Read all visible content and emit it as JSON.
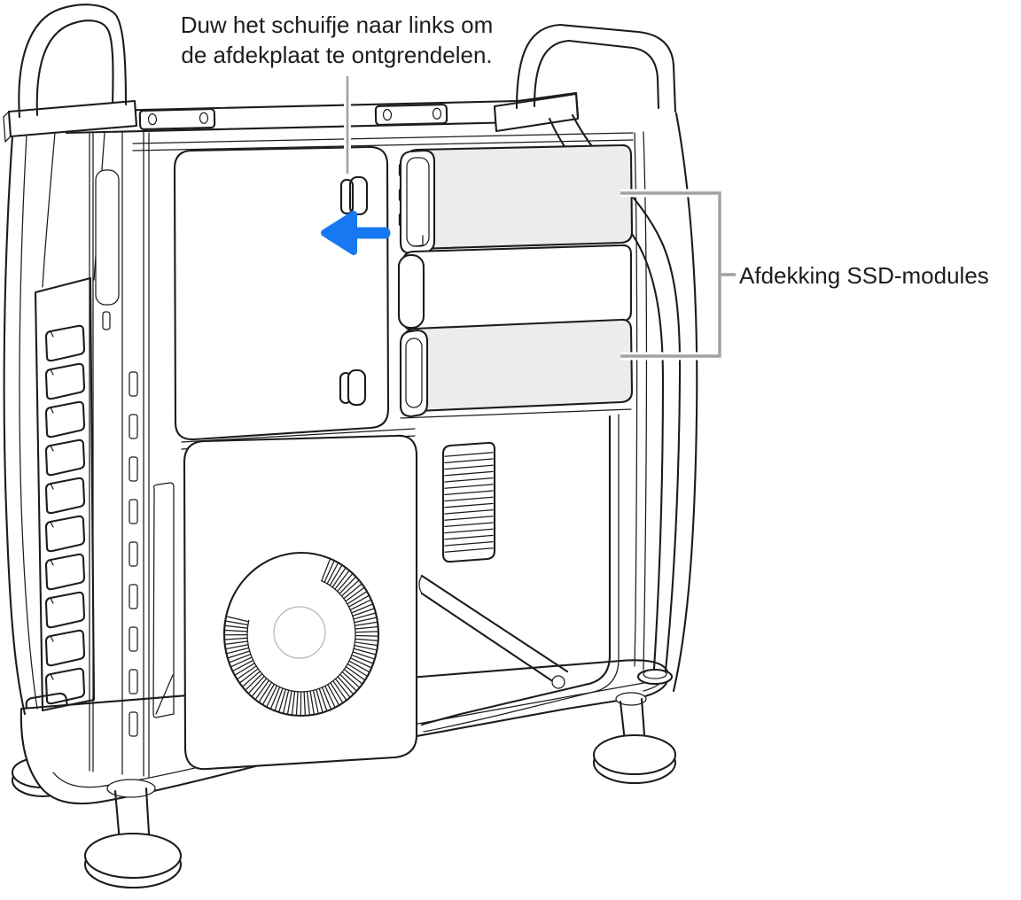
{
  "annotations": {
    "slider_instruction": {
      "line1": "Duw het schuifje naar links om",
      "line2": "de afdekplaat te ontgrendelen."
    },
    "ssd_cover_label": {
      "text": "Afdekking SSD-modules"
    }
  },
  "icons": {
    "direction_arrow": "left-arrow-icon"
  },
  "theme": {
    "accent-blue": "#1778F2",
    "ink": "#1c1c1e",
    "callout-gray": "#a2a2a2",
    "panel-gray": "#ececec",
    "text-color": "#1d1d1f",
    "bg": "#ffffff"
  }
}
